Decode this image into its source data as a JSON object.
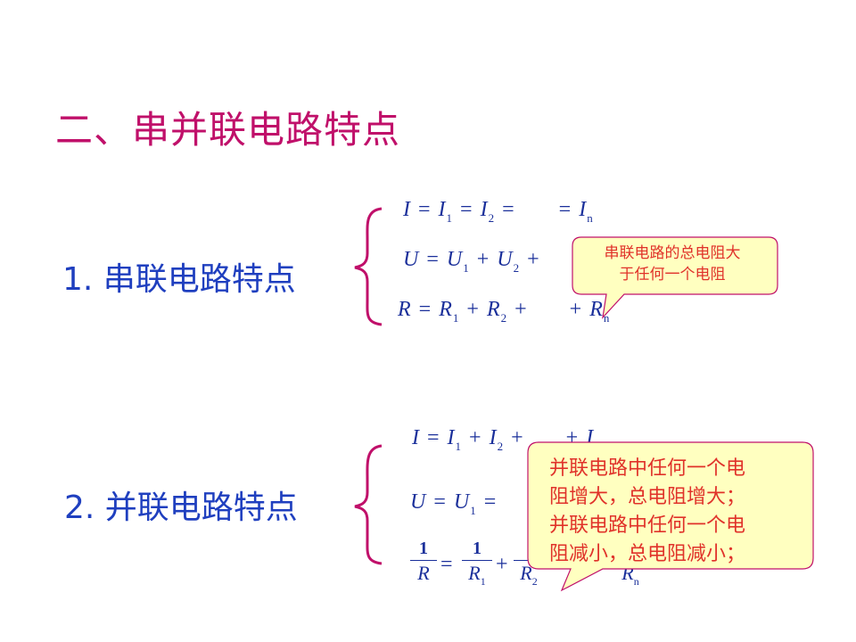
{
  "title": "二、串并联电路特点",
  "series_section": {
    "heading": "1. 串联电路特点",
    "eq_current": {
      "lhs": "I",
      "s1": "I",
      "s1_sub": "1",
      "s2": "I",
      "s2_sub": "2",
      "sn": "I",
      "sn_sub": "n"
    },
    "eq_voltage": {
      "lhs": "U",
      "s1": "U",
      "s1_sub": "1",
      "s2": "U",
      "s2_sub": "2"
    },
    "eq_resistance": {
      "lhs": "R",
      "s1": "R",
      "s1_sub": "1",
      "s2": "R",
      "s2_sub": "2",
      "sn": "R",
      "sn_sub": "n"
    },
    "callout": [
      "串联电路的总电阻大",
      "于任何一个电阻"
    ]
  },
  "parallel_section": {
    "heading": "2. 并联电路特点",
    "eq_current": {
      "lhs": "I",
      "s1": "I",
      "s1_sub": "1",
      "s2": "I",
      "s2_sub": "2",
      "sn": "I"
    },
    "eq_voltage": {
      "lhs": "U",
      "s1": "U",
      "s1_sub": "1"
    },
    "eq_resistance": {
      "num": "1",
      "den_lhs": "R",
      "den1": "R",
      "den1_sub": "1",
      "den2": "R",
      "den2_sub": "2",
      "denn": "R",
      "denn_sub": "n"
    },
    "callout": [
      "并联电路中任何一个电",
      "阻增大，总电阻增大；",
      "并联电路中任何一个电",
      "阻减小，总电阻减小；"
    ]
  },
  "colors": {
    "title": "#c0106a",
    "heading": "#1f3fbf",
    "math": "#1a2f9a",
    "brace": "#c0106a",
    "callout_fill": "#ffffc0",
    "callout_stroke": "#c0106a",
    "callout_text": "#e0322a"
  }
}
